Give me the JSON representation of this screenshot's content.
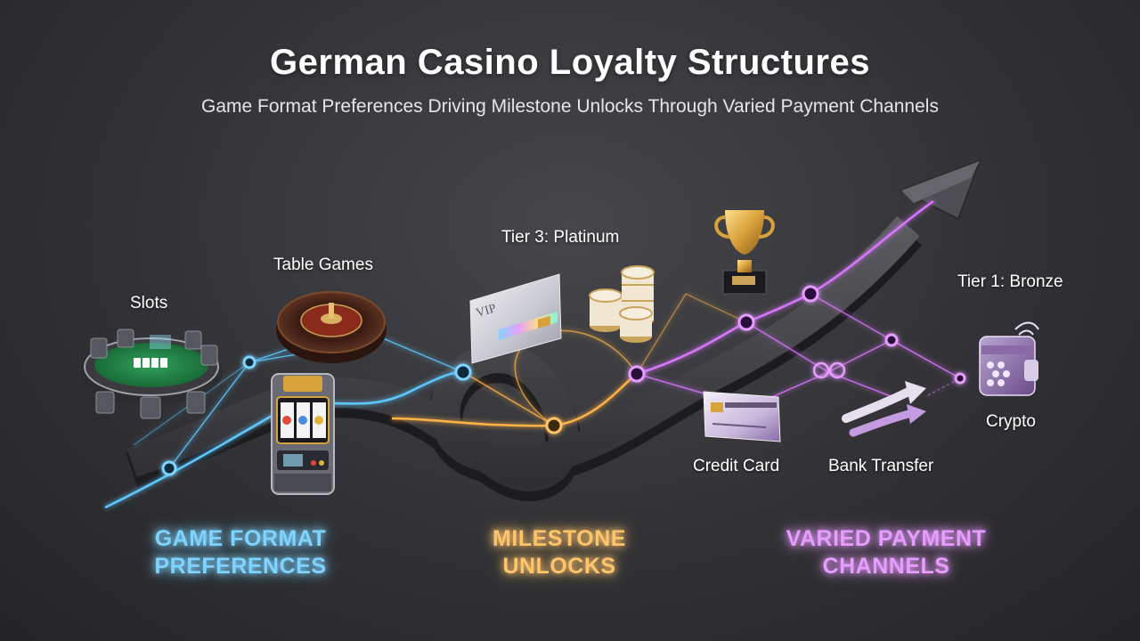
{
  "title": "German Casino Loyalty Structures",
  "subtitle": "Game Format Preferences Driving Milestone Unlocks Through Varied Payment Channels",
  "game_labels": {
    "slots": "Slots",
    "table_games": "Table Games"
  },
  "milestone_labels": {
    "tier3": "Tier 3: Platinum",
    "tier1": "Tier 1: Bronze",
    "vip_card_text": "VIP"
  },
  "payment_labels": {
    "credit_card": "Credit Card",
    "bank_transfer": "Bank Transfer",
    "crypto": "Crypto"
  },
  "stages": {
    "game": {
      "line1": "GAME FORMAT",
      "line2": "PREFERENCES",
      "color": "#7fd3ff"
    },
    "milestone": {
      "line1": "MILESTONE",
      "line2": "UNLOCKS",
      "color": "#ffc46b"
    },
    "payment": {
      "line1": "VARIED PAYMENT",
      "line2": "CHANNELS",
      "color": "#e79cff"
    }
  },
  "colors": {
    "blue_glow": "#5ec8ff",
    "amber_glow": "#ffb347",
    "violet_glow": "#d977ff",
    "road": "#4a4a4f"
  },
  "icons": [
    "poker-table-icon",
    "roulette-wheel-icon",
    "slot-machine-icon",
    "vip-card-icon",
    "chip-stack-icon",
    "trophy-icon",
    "credit-card-icon",
    "bank-transfer-arrows-icon",
    "crypto-wallet-icon"
  ]
}
